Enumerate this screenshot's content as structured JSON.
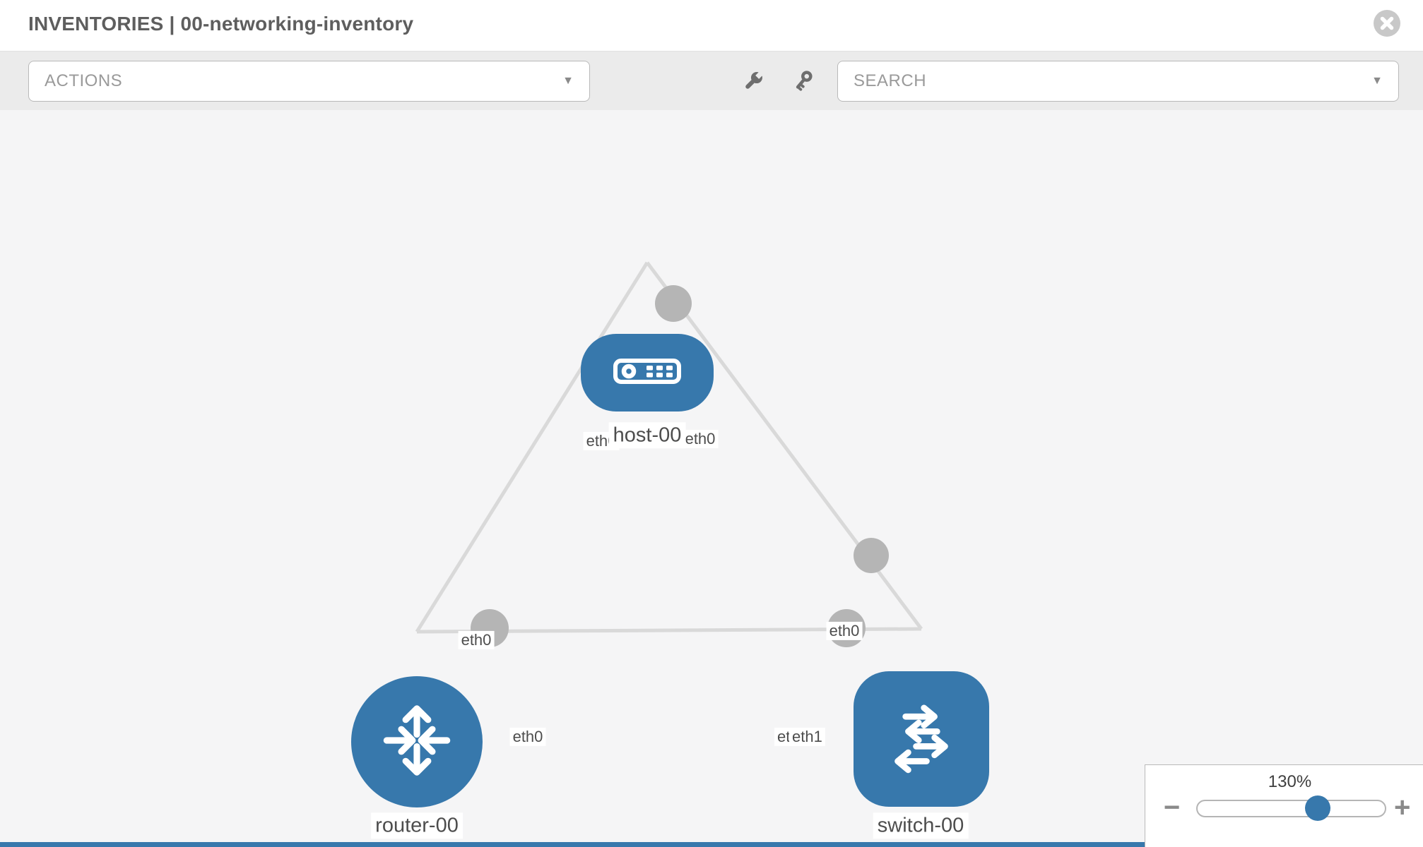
{
  "header": {
    "title": "INVENTORIES | 00-networking-inventory",
    "close_icon": "circle-x"
  },
  "toolbar": {
    "actions_label": "ACTIONS",
    "search_placeholder": "SEARCH",
    "caret_glyph": "▼",
    "tool_icons": [
      "wrench-icon",
      "key-icon"
    ]
  },
  "topology": {
    "nodes": [
      {
        "id": "host-00",
        "type": "host",
        "label": "host-00"
      },
      {
        "id": "router-00",
        "type": "router",
        "label": "router-00"
      },
      {
        "id": "switch-00",
        "type": "switch",
        "label": "switch-00"
      }
    ],
    "links": [
      {
        "from": "host-00",
        "from_interface": "eth0",
        "to": "router-00",
        "to_interface": "eth0"
      },
      {
        "from": "host-00",
        "from_interface": "eth0",
        "to": "switch-00",
        "to_interface": "eth0"
      },
      {
        "from": "router-00",
        "from_interface": "eth0",
        "to": "switch-00",
        "to_interface": "eth1"
      }
    ],
    "interface_labels": {
      "host_left": "eth0",
      "host_right": "eth0",
      "router_uplink": "eth0",
      "switch_uplink": "eth0",
      "mid_router_end": "eth0",
      "mid_switch_end_back": "eth0",
      "mid_switch_end_front": "eth1"
    }
  },
  "zoom_panel": {
    "level": "130%",
    "minus_glyph": "−",
    "plus_glyph": "+"
  },
  "colors": {
    "node_blue": "#3778ac",
    "link_gray": "#d9d9d9",
    "port_gray": "#b5b5b5",
    "canvas_bg": "#f5f5f6",
    "toolbar_bg": "#ebebeb",
    "placeholder_gray": "#9a9a9a",
    "label_text": "#4d4d4d",
    "bottom_bar_blue": "#3778ac"
  }
}
